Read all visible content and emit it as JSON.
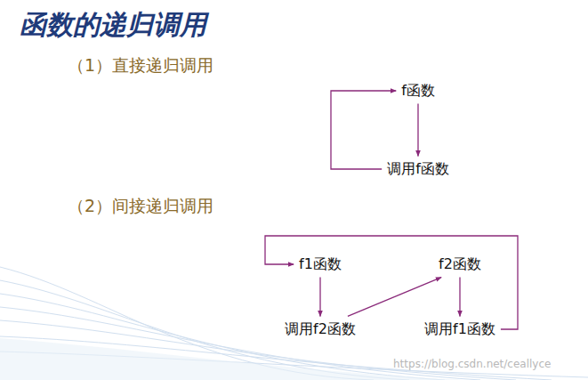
{
  "diagram": {
    "title": "函数的递归调用",
    "nodes": [
      {
        "text": [
          "f函数"
        ]
      },
      {
        "text": [
          "调用f函数"
        ]
      },
      {
        "text": [
          "f1函数"
        ]
      },
      {
        "text": [
          "调用f2函数"
        ]
      },
      {
        "text": [
          "f2函数"
        ]
      },
      {
        "text": [
          "调用f1函数"
        ]
      }
    ],
    "edges": [
      {
        "from": 0,
        "to": 1,
        "arrow": "to"
      },
      {
        "from": 1,
        "to": 0,
        "arrow": "to"
      },
      {
        "from": 2,
        "to": 3,
        "arrow": "to"
      },
      {
        "from": 3,
        "to": 4,
        "arrow": "to"
      },
      {
        "from": 4,
        "to": 5,
        "arrow": "to"
      },
      {
        "from": 5,
        "to": 2,
        "arrow": "to"
      }
    ],
    "labels": [
      "（1）直接递归调用",
      "（2）间接递归调用",
      "https://blog.csdn.net/ceallyce"
    ]
  }
}
